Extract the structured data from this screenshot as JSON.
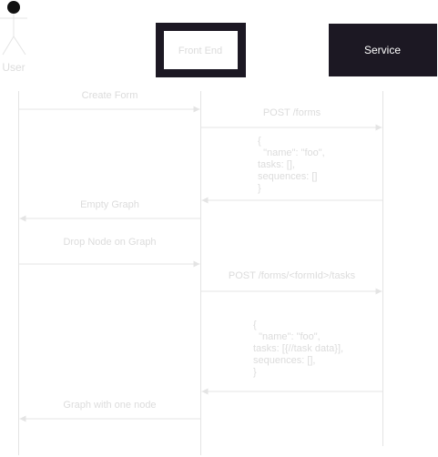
{
  "participants": {
    "user": {
      "label": "User"
    },
    "frontend": {
      "label": "Front End"
    },
    "service": {
      "label": "Service"
    }
  },
  "messages": [
    {
      "label": "Create Form"
    },
    {
      "label": "POST /forms"
    },
    {
      "lines": [
        "{",
        "  \"name\": \"foo\",",
        "tasks: [],",
        "sequences: []",
        "}"
      ]
    },
    {
      "label": "Empty Graph"
    },
    {
      "label": "Drop Node on Graph"
    },
    {
      "label": "POST /forms/<formId>/tasks"
    },
    {
      "lines": [
        "{",
        "  \"name\": \"foo\",",
        "tasks: [{//task data}],",
        "sequences: [],",
        "}"
      ]
    },
    {
      "label": "Graph with one node"
    }
  ],
  "colors": {
    "frontend_border": "#1c1823",
    "service_fill": "#1c1823",
    "service_text": "#ffffff",
    "line": "#e4e4e4",
    "text": "#dcdcdc",
    "actor": "#111111"
  }
}
